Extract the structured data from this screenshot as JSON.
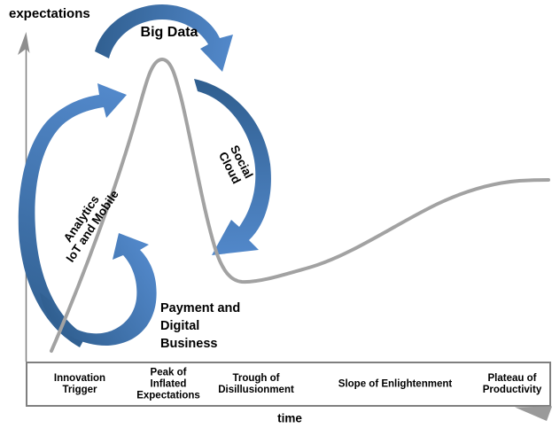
{
  "axes": {
    "y_label": "expectations",
    "x_label": "time"
  },
  "phases": [
    {
      "label": "Innovation\nTrigger"
    },
    {
      "label": "Peak of\nInflated\nExpectations"
    },
    {
      "label": "Trough of\nDisillusionment"
    },
    {
      "label": "Slope of Enlightenment"
    },
    {
      "label": "Plateau of\nProductivity"
    }
  ],
  "technologies": [
    {
      "label": "Big Data"
    },
    {
      "label": "Social\nCloud"
    },
    {
      "label": "Analytics\nIoT and Mobile"
    },
    {
      "label": "Payment and\nDigital\nBusiness"
    }
  ],
  "colors": {
    "arrow_dark": "#305F90",
    "arrow_light": "#5288CA",
    "curve": "#A2A2A2",
    "axis": "#7F7F7F",
    "text": "#000000"
  }
}
